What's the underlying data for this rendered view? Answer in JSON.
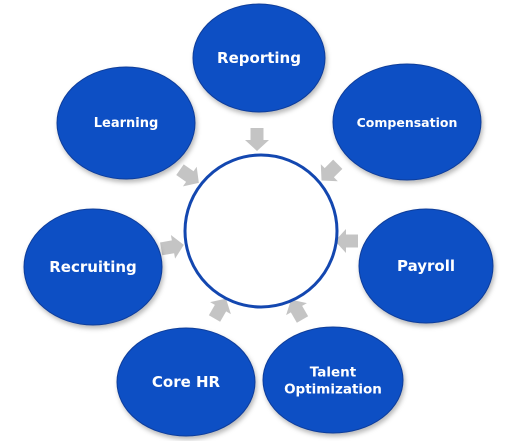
{
  "colors": {
    "node_fill": "#0A50C4",
    "node_stroke": "#0C3C9A",
    "hub_stroke": "#1347B0",
    "hub_fill": "#FFFFFF",
    "arrow_fill": "#C4C4C4",
    "label_text": "#FFFFFF"
  },
  "hub": {
    "label": ""
  },
  "nodes": [
    {
      "id": "reporting",
      "lines": [
        "Reporting"
      ]
    },
    {
      "id": "compensation",
      "lines": [
        "Compensation"
      ]
    },
    {
      "id": "payroll",
      "lines": [
        "Payroll"
      ]
    },
    {
      "id": "talent-optimization",
      "lines": [
        "Talent",
        "Optimization"
      ]
    },
    {
      "id": "core-hr",
      "lines": [
        "Core HR"
      ]
    },
    {
      "id": "recruiting",
      "lines": [
        "Recruiting"
      ]
    },
    {
      "id": "learning",
      "lines": [
        "Learning"
      ]
    }
  ]
}
